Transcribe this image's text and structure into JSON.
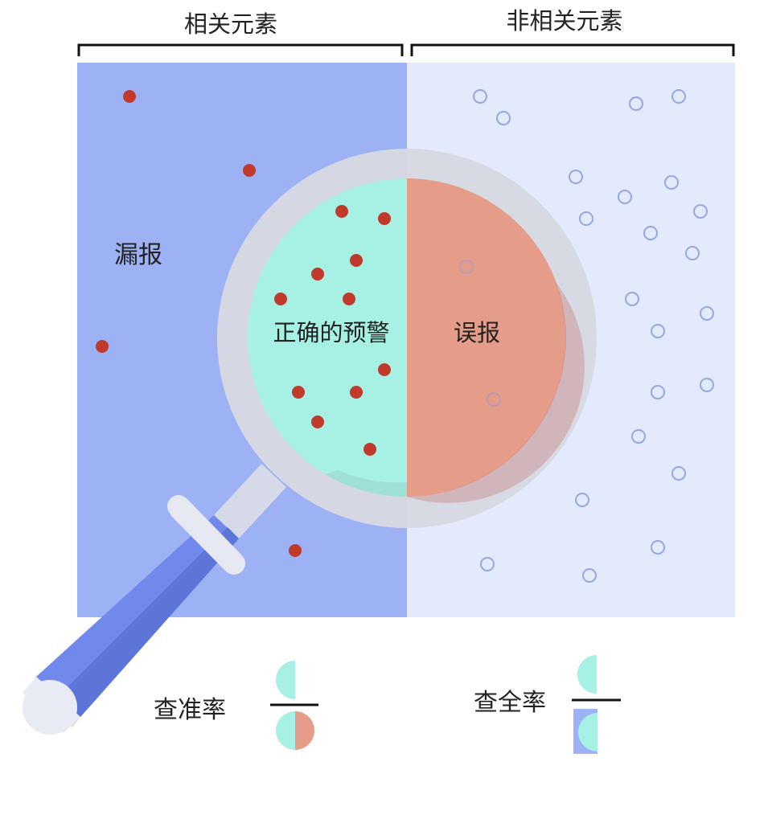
{
  "headers": {
    "relevant": "相关元素",
    "irrelevant": "非相关元素"
  },
  "labels": {
    "missed": "漏报",
    "correct": "正确的预警",
    "false_alarm": "误报",
    "precision": "查准率",
    "recall": "查全率"
  },
  "colors": {
    "relevant_bg": "#9db1f5",
    "irrelevant_bg": "#e3eafb",
    "dot": "#c0392b",
    "hollow_dot": "#94a6e8",
    "correct_fill": "#a6f0e4",
    "false_fill": "#e59c88",
    "lens_ring": "#d7d9e2",
    "handle_blue": "#7189ec",
    "handle_dark": "#5d74d8",
    "collar": "#e6e9f2"
  },
  "icons": {
    "magnifier": "magnifying-glass-icon",
    "precision_fraction": "precision-fraction-icon",
    "recall_fraction": "recall-fraction-icon"
  }
}
